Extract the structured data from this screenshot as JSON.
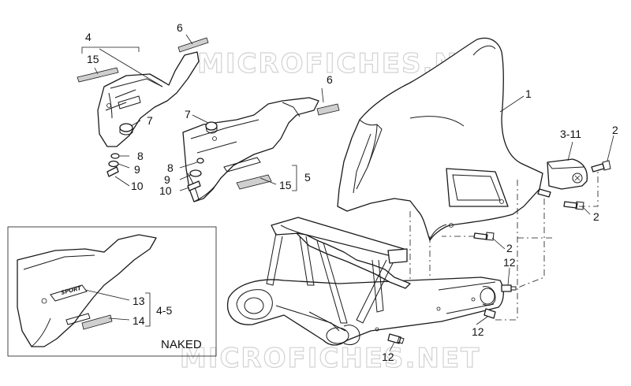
{
  "watermark": "MICROFICHES.NET",
  "inset_caption": "NAKED",
  "badge_text": "SPORT",
  "callouts": {
    "c1": "1",
    "c2a": "2",
    "c2b": "2",
    "c2c": "2",
    "c3_11": "3-11",
    "c4": "4",
    "c4_5": "4-5",
    "c5": "5",
    "c6a": "6",
    "c6b": "6",
    "c7a": "7",
    "c7b": "7",
    "c8a": "8",
    "c8b": "8",
    "c9a": "9",
    "c9b": "9",
    "c10a": "10",
    "c10b": "10",
    "c12a": "12",
    "c12b": "12",
    "c12c": "12",
    "c13": "13",
    "c14": "14",
    "c15a": "15",
    "c15b": "15"
  }
}
